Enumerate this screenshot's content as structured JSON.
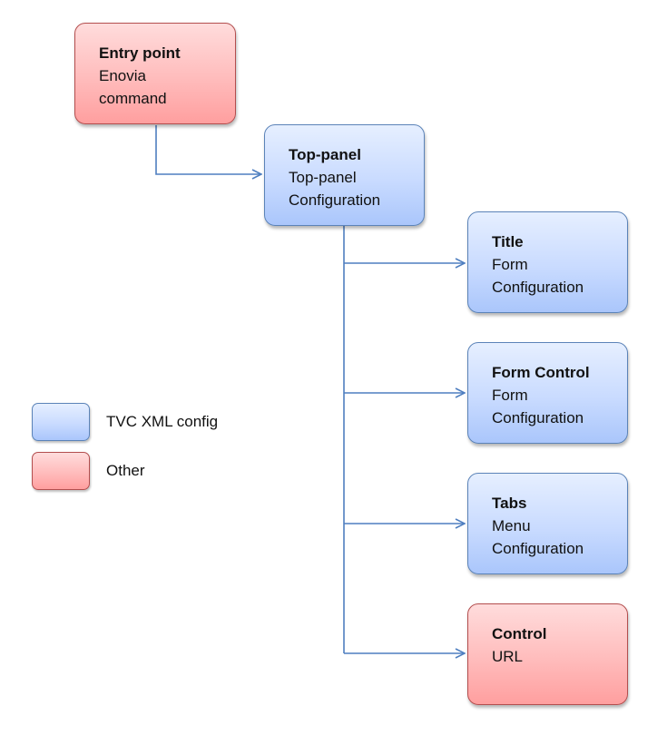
{
  "nodes": {
    "entry": {
      "title": "Entry point",
      "lines": [
        "Enovia",
        "command"
      ]
    },
    "toppanel": {
      "title": "Top-panel",
      "lines": [
        "Top-panel",
        "Configuration"
      ]
    },
    "title": {
      "title": "Title",
      "lines": [
        "Form",
        "Configuration"
      ]
    },
    "formcontrol": {
      "title": "Form Control",
      "lines": [
        "Form",
        "Configuration"
      ]
    },
    "tabs": {
      "title": "Tabs",
      "lines": [
        "Menu",
        "Configuration"
      ]
    },
    "control": {
      "title": "Control",
      "lines": [
        "URL"
      ]
    }
  },
  "legend": {
    "tvc": {
      "label": "TVC XML config",
      "color": "#c9dbff"
    },
    "other": {
      "label": "Other",
      "color": "#ffbcbc"
    }
  },
  "colors": {
    "blue_fill": "#c9dbff",
    "blue_border": "#5b83b8",
    "red_fill": "#ffbcbc",
    "red_border": "#b34e4e",
    "connector": "#4f7fc0"
  }
}
